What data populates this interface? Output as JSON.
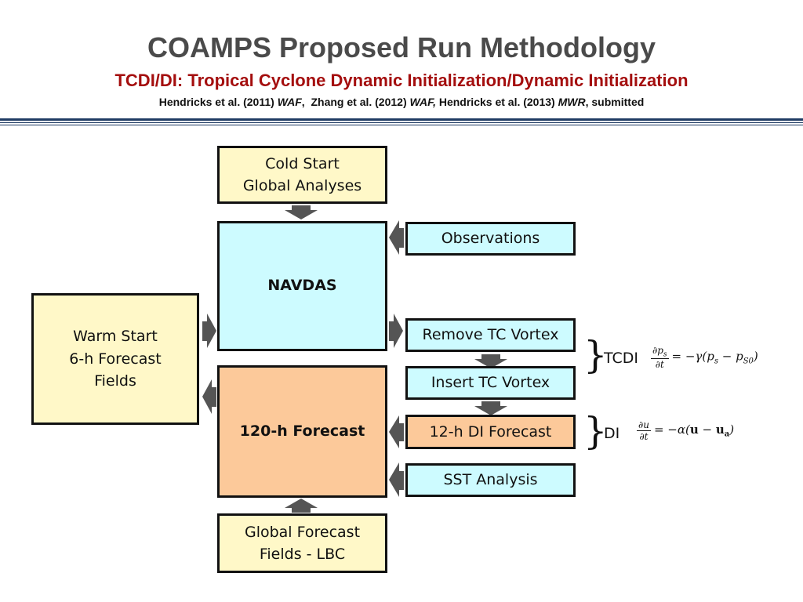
{
  "header": {
    "title": "COAMPS Proposed Run Methodology",
    "subtitle": "TCDI/DI: Tropical Cyclone Dynamic Initialization/Dynamic Initialization",
    "refs": {
      "r1": "Hendricks et al. (2011) ",
      "r1_journal": "WAF",
      "r1_sep": ",  ",
      "r2": "Zhang et al. (2012) ",
      "r2_journal": "WAF,",
      "r3": " Hendricks et al. (2013) ",
      "r3_journal": "MWR",
      "r3_suffix": ", submitted"
    }
  },
  "boxes": {
    "cold_start": {
      "line1": "Cold Start",
      "line2": "Global Analyses"
    },
    "navdas": "NAVDAS",
    "forecast": "120-h Forecast",
    "global_lbc": {
      "line1": "Global Forecast",
      "line2": "Fields - LBC"
    },
    "warm_start": {
      "line1": "Warm Start",
      "line2": "6-h Forecast",
      "line3": "Fields"
    },
    "observations": "Observations",
    "remove_vortex": "Remove TC Vortex",
    "insert_vortex": "Insert TC Vortex",
    "di_forecast": "12-h DI Forecast",
    "sst": "SST Analysis"
  },
  "annotations": {
    "tcdi": {
      "label": "TCDI",
      "num": "∂p",
      "num_sub": "s",
      "den": "∂t",
      "rhs_pre": "= −γ(p",
      "rhs_sub1": "s",
      "rhs_mid": " − p",
      "rhs_sub2": "S0",
      "rhs_post": ")"
    },
    "di": {
      "label": "DI",
      "num": "∂u",
      "den": "∂t",
      "rhs_pre": "= −α(",
      "rhs_u": "u",
      "rhs_mid": " − ",
      "rhs_ua": "u",
      "rhs_sub": "a",
      "rhs_post": ")"
    }
  },
  "colors": {
    "title": "#4a4a4a",
    "subtitle": "#a40e0e",
    "yellow_box": "#fff8c8",
    "cyan_box": "#cdfbff",
    "orange_box": "#fcc99a",
    "arrow": "#555555",
    "rule": "#1f3b63"
  }
}
